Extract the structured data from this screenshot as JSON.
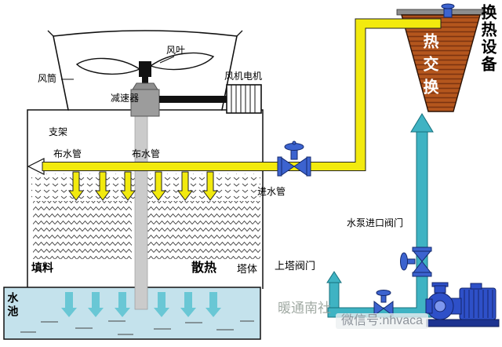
{
  "diagram": {
    "tower": {
      "fan_blade": "风叶",
      "fan_duct": "风筒",
      "fan_motor": "风机电机",
      "reducer": "减速器",
      "support": "支架",
      "dist_pipe_left": "布水管",
      "dist_pipe_right": "布水管",
      "fill": "填料",
      "heat_dissipation": "散热",
      "tower_body": "塔体",
      "pool": "水池"
    },
    "piping": {
      "inlet_pipe": "进水管",
      "up_tower_valve": "上塔阀门",
      "pump_inlet_valve": "水泵进口阀门"
    },
    "exchanger": {
      "label": "热交换",
      "equipment": "换热设备"
    }
  },
  "watermarks": {
    "brand": "暖通南社",
    "wechat": "微信号:nhvaca"
  },
  "colors": {
    "hot_pipe": "#f2ea0e",
    "cold_pipe": "#3fb3c3",
    "valve_blue": "#3c63cf",
    "pump_blue": "#2e50c8",
    "pool_fill": "#c4e2ec",
    "exchanger_fill": "#b4561d",
    "shaft_gray": "#cbcbcb"
  }
}
